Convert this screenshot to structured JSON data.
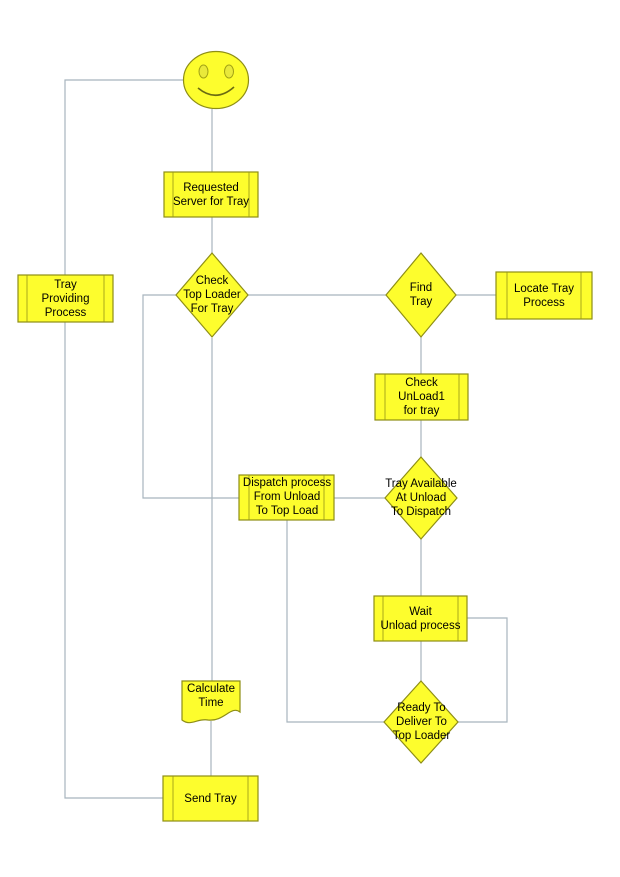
{
  "diagram": {
    "type": "flowchart",
    "colors": {
      "background": "#ffffff",
      "shape_fill": "#fdfd2d",
      "shape_border": "#8e8e15",
      "inner_bar": "#a9a91c",
      "connector": "#a8b5bd",
      "text": "#000000"
    },
    "nodes": {
      "start": {
        "type": "start-smiley",
        "label": ""
      },
      "requested_server": {
        "type": "predefined-process",
        "label": "Requested\nServer for Tray"
      },
      "tray_providing": {
        "type": "predefined-process",
        "label": "Tray\nProviding\nProcess"
      },
      "check_top_loader": {
        "type": "decision",
        "label": "Check\nTop Loader\nFor Tray"
      },
      "find_tray": {
        "type": "decision",
        "label": "Find\nTray"
      },
      "locate_tray": {
        "type": "predefined-process",
        "label": "Locate Tray\nProcess"
      },
      "check_unload1": {
        "type": "predefined-process",
        "label": "Check\nUnLoad1\nfor tray"
      },
      "dispatch_process": {
        "type": "predefined-process",
        "label": "Dispatch process\nFrom Unload\nTo Top Load"
      },
      "tray_available": {
        "type": "decision",
        "label": "Tray Available\nAt Unload\nTo Dispatch"
      },
      "wait_unload": {
        "type": "predefined-process",
        "label": "Wait\nUnload process"
      },
      "calculate_time": {
        "type": "document",
        "label": "Calculate\nTime"
      },
      "ready_to_deliver": {
        "type": "decision",
        "label": "Ready To\nDeliver To\nTop Loader"
      },
      "send_tray": {
        "type": "predefined-process",
        "label": "Send Tray"
      }
    },
    "edges": [
      {
        "from": "start",
        "to": "requested_server"
      },
      {
        "from": "start",
        "to": "send_tray",
        "via": "tray_providing"
      },
      {
        "from": "requested_server",
        "to": "check_top_loader"
      },
      {
        "from": "check_top_loader",
        "to": "find_tray"
      },
      {
        "from": "check_top_loader",
        "to": "dispatch_process"
      },
      {
        "from": "check_top_loader",
        "to": "calculate_time"
      },
      {
        "from": "find_tray",
        "to": "locate_tray"
      },
      {
        "from": "find_tray",
        "to": "check_unload1"
      },
      {
        "from": "check_unload1",
        "to": "tray_available"
      },
      {
        "from": "tray_available",
        "to": "dispatch_process"
      },
      {
        "from": "tray_available",
        "to": "wait_unload"
      },
      {
        "from": "wait_unload",
        "to": "ready_to_deliver"
      },
      {
        "from": "wait_unload",
        "to": "ready_to_deliver",
        "via": "right-loop"
      },
      {
        "from": "dispatch_process",
        "to": "ready_to_deliver"
      },
      {
        "from": "calculate_time",
        "to": "send_tray"
      }
    ]
  }
}
